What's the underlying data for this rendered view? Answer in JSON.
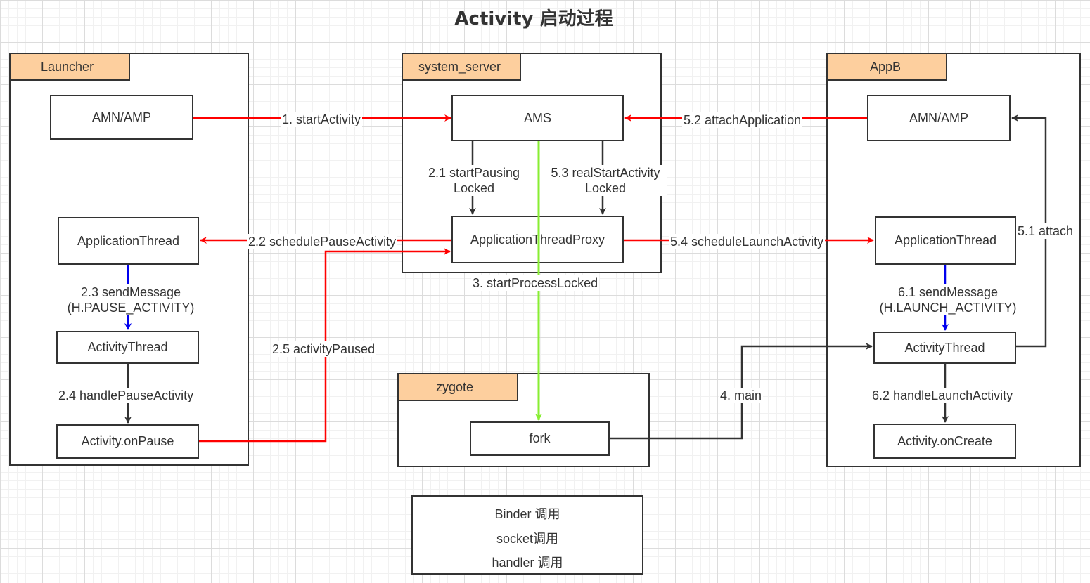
{
  "title": "Activity 启动过程",
  "colors": {
    "binder": "#ff0000",
    "socket": "#88ee33",
    "handler": "#0000ee",
    "default": "#333333",
    "tab": "#fdcf9e"
  },
  "groups": {
    "launcher": "Launcher",
    "system_server": "system_server",
    "appb": "AppB",
    "zygote": "zygote"
  },
  "boxes": {
    "launcher_amn": "AMN/AMP",
    "launcher_app_thread": "ApplicationThread",
    "launcher_activity_thread": "ActivityThread",
    "launcher_on_pause": "Activity.onPause",
    "ams": "AMS",
    "app_thread_proxy": "ApplicationThreadProxy",
    "appb_amn": "AMN/AMP",
    "appb_app_thread": "ApplicationThread",
    "appb_activity_thread": "ActivityThread",
    "appb_on_create": "Activity.onCreate",
    "fork": "fork"
  },
  "edges": {
    "e1": "1. startActivity",
    "e21a": "2.1 startPausing",
    "e21b": "Locked",
    "e22": "2.2 schedulePauseActivity",
    "e23a": "2.3 sendMessage",
    "e23b": "(H.PAUSE_ACTIVITY)",
    "e24": "2.4 handlePauseActivity",
    "e25": "2.5 activityPaused",
    "e3": "3. startProcessLocked",
    "e4": "4. main",
    "e51": "5.1 attach",
    "e52": "5.2 attachApplication",
    "e53a": "5.3 realStartActivity",
    "e53b": "Locked",
    "e54": "5.4 scheduleLaunchActivity",
    "e61a": "6.1 sendMessage",
    "e61b": "(H.LAUNCH_ACTIVITY)",
    "e62": "6.2 handleLaunchActivity"
  },
  "legend": {
    "binder": "Binder 调用",
    "socket": "socket调用",
    "handler": "handler 调用"
  }
}
